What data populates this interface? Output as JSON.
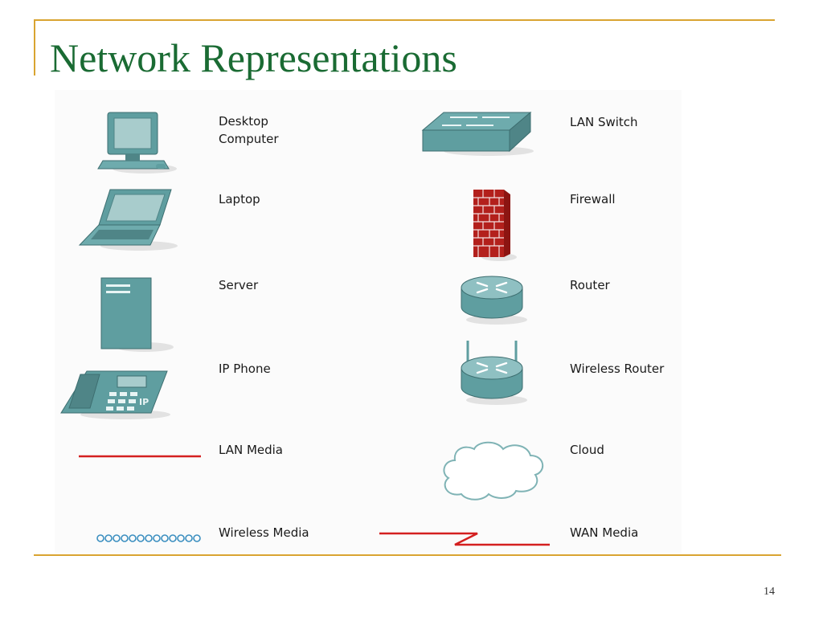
{
  "slide": {
    "title": "Network Representations",
    "page_number": "14"
  },
  "devices_left": [
    {
      "icon": "desktop-computer-icon",
      "label_line1": "Desktop",
      "label_line2": "Computer"
    },
    {
      "icon": "laptop-icon",
      "label": "Laptop"
    },
    {
      "icon": "server-icon",
      "label": "Server"
    },
    {
      "icon": "ip-phone-icon",
      "label": "IP Phone"
    },
    {
      "icon": "lan-media-icon",
      "label": "LAN Media"
    },
    {
      "icon": "wireless-media-icon",
      "label": "Wireless Media"
    }
  ],
  "devices_right": [
    {
      "icon": "lan-switch-icon",
      "label": "LAN Switch"
    },
    {
      "icon": "firewall-icon",
      "label": "Firewall"
    },
    {
      "icon": "router-icon",
      "label": "Router"
    },
    {
      "icon": "wireless-router-icon",
      "label": "Wireless Router"
    },
    {
      "icon": "cloud-icon",
      "label": "Cloud"
    },
    {
      "icon": "wan-media-icon",
      "label": "WAN Media"
    }
  ],
  "colors": {
    "title": "#1a6b33",
    "frame_rule": "#d9a431",
    "device_teal": "#5f9ea0",
    "media_red": "#d42020",
    "firewall_brick": "#b3201c"
  }
}
